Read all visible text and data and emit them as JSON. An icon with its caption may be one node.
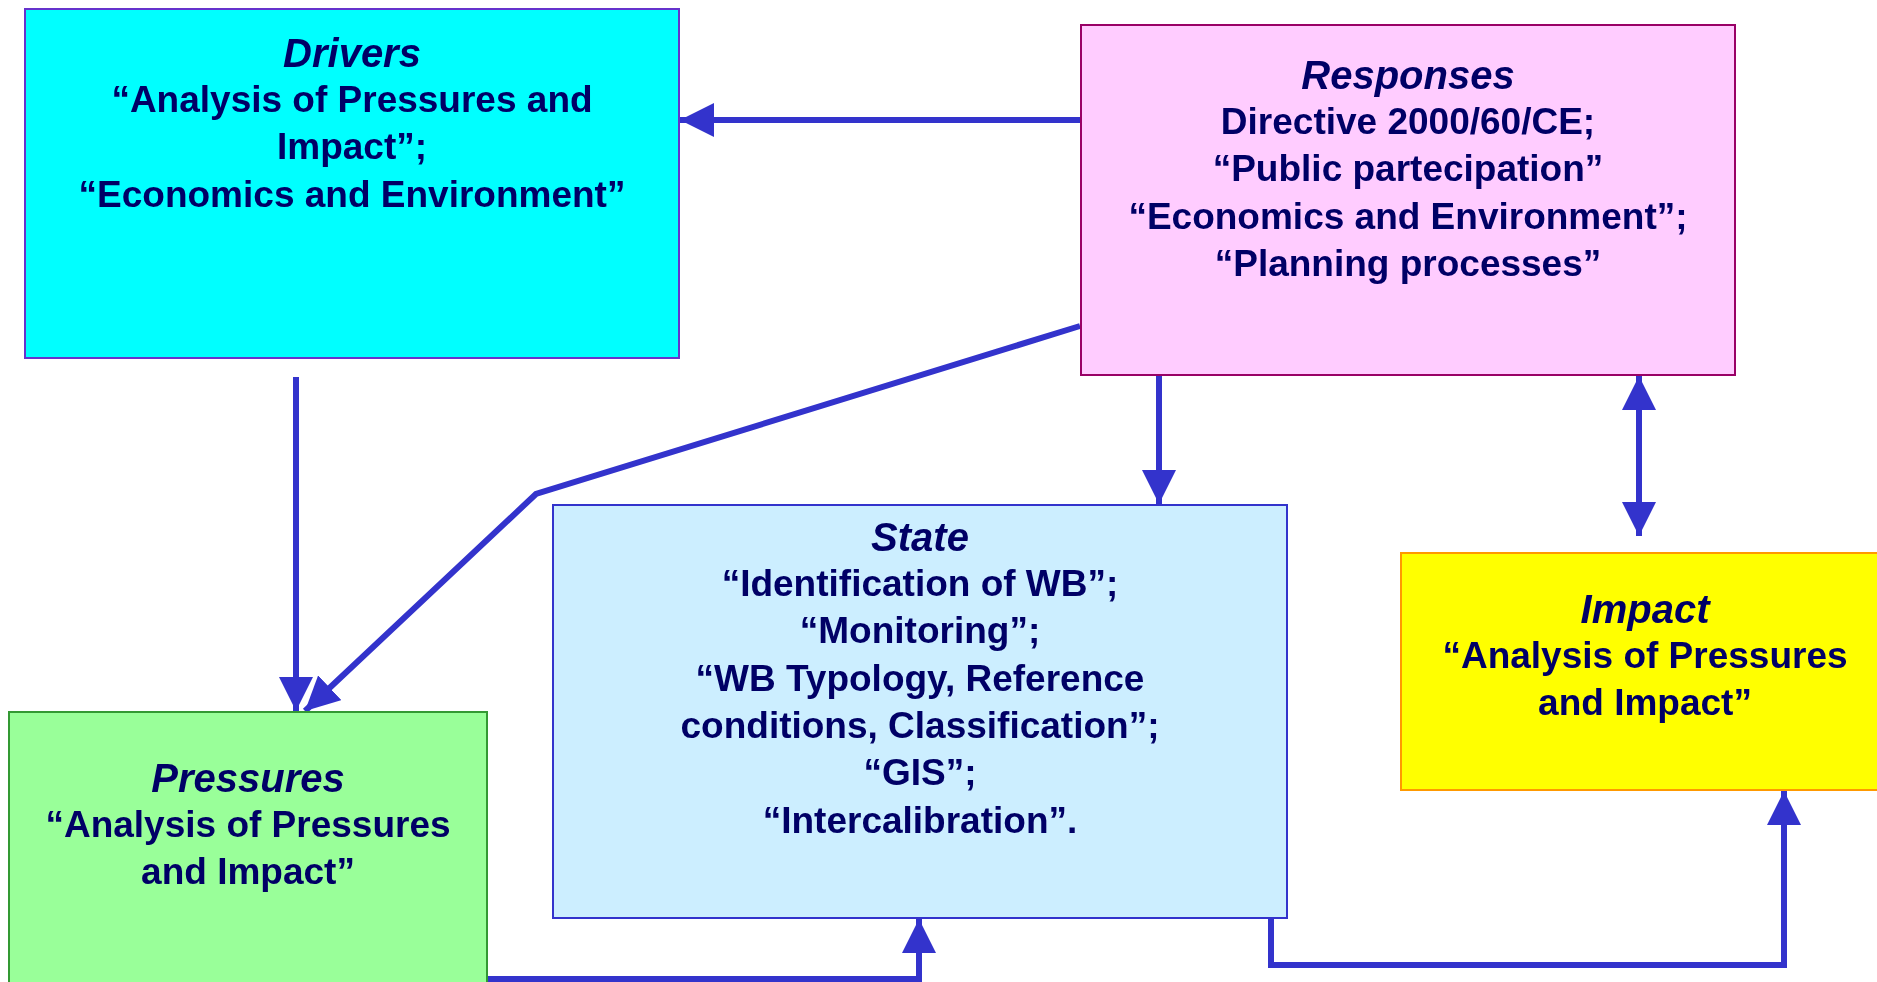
{
  "diagram": {
    "nodes": [
      {
        "text": [
          "Drivers",
          "“Analysis of Pressures and Impact”;",
          "“Economics and Environment”"
        ]
      },
      {
        "text": [
          "Responses",
          "Directive 2000/60/CE;",
          "“Public partecipation”",
          "“Economics and Environment”;",
          "“Planning processes”"
        ]
      },
      {
        "text": [
          "State",
          "“Identification of WB”;",
          "“Monitoring”;",
          "“WB Typology, Reference conditions, Classification”;",
          "“GIS”;",
          "“Intercalibration”."
        ]
      },
      {
        "text": [
          "Impact",
          "“Analysis of Pressures and Impact”"
        ]
      },
      {
        "text": [
          "Pressures",
          "“Analysis of Pressures and Impact”"
        ]
      }
    ],
    "edges": [
      {
        "from": 1,
        "to": 0,
        "arrow": "to"
      },
      {
        "from": 0,
        "to": 4,
        "arrow": "to"
      },
      {
        "from": 1,
        "to": 4,
        "arrow": "to"
      },
      {
        "from": 1,
        "to": 2,
        "arrow": "to"
      },
      {
        "from": 1,
        "to": 3,
        "arrow": "both"
      },
      {
        "from": 4,
        "to": 2,
        "arrow": "to"
      },
      {
        "from": 2,
        "to": 3,
        "arrow": "to"
      }
    ]
  }
}
